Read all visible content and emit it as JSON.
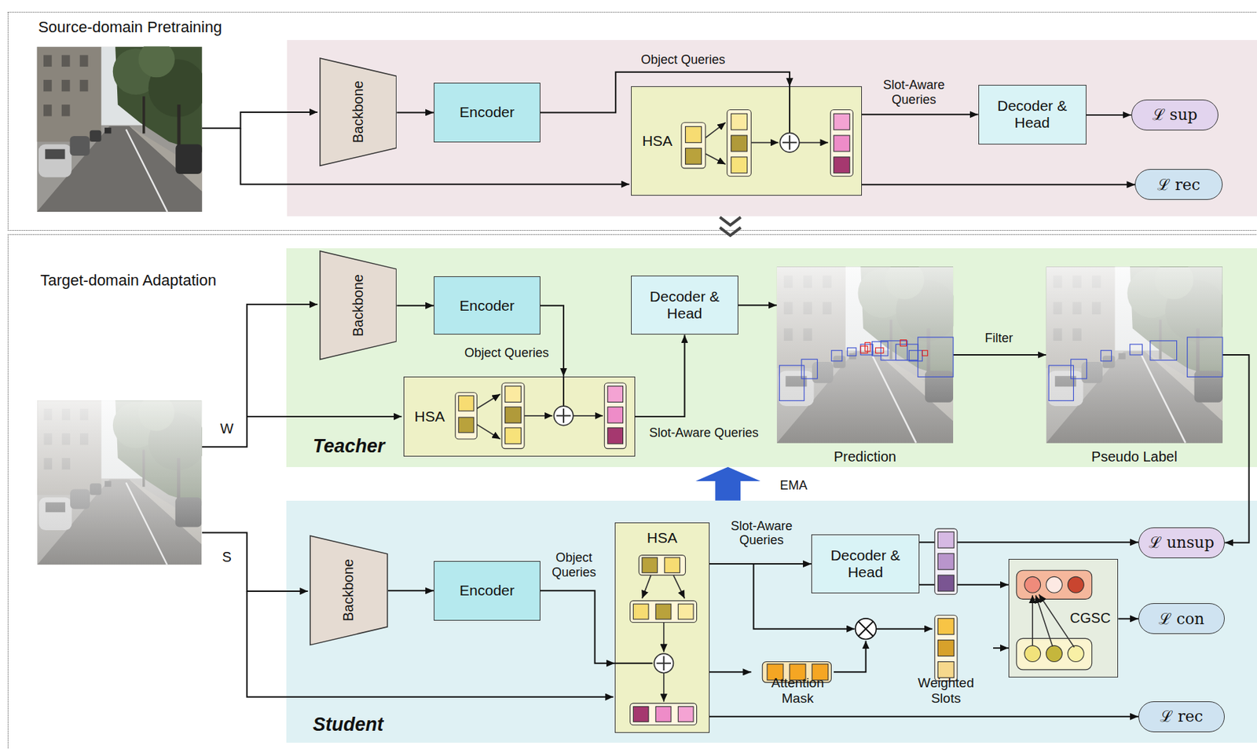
{
  "diagram": {
    "nodes": [
      {
        "text": [
          "Source-domain Pretraining"
        ]
      },
      {
        "text": [
          "Backbone"
        ],
        "in": 0
      },
      {
        "text": [
          "Encoder"
        ],
        "in": 0
      },
      {
        "text": [
          "HSA"
        ],
        "in": 0
      },
      {
        "text": [
          "Decoder & Head"
        ],
        "in": 0
      },
      {
        "text": [
          "ℒ sup"
        ],
        "in": 0
      },
      {
        "text": [
          "ℒ rec"
        ],
        "in": 0
      },
      {
        "text": [
          "Target-domain Adaptation"
        ]
      },
      {
        "text": [
          "Teacher"
        ],
        "in": 7
      },
      {
        "text": [
          "Backbone"
        ],
        "in": 8
      },
      {
        "text": [
          "Encoder"
        ],
        "in": 8
      },
      {
        "text": [
          "HSA"
        ],
        "in": 8
      },
      {
        "text": [
          "Decoder & Head"
        ],
        "in": 8
      },
      {
        "text": [
          "Prediction"
        ],
        "in": 8
      },
      {
        "text": [
          "Pseudo Label"
        ],
        "in": 8
      },
      {
        "text": [
          "Student"
        ],
        "in": 7
      },
      {
        "text": [
          "Backbone"
        ],
        "in": 15
      },
      {
        "text": [
          "Encoder"
        ],
        "in": 15
      },
      {
        "text": [
          "HSA"
        ],
        "in": 15
      },
      {
        "text": [
          "Decoder & Head"
        ],
        "in": 15
      },
      {
        "text": [
          "Attention Mask"
        ],
        "in": 15
      },
      {
        "text": [
          "Weighted Slots"
        ],
        "in": 15
      },
      {
        "text": [
          "CGSC"
        ],
        "in": 15
      },
      {
        "text": [
          "ℒ unsup"
        ],
        "in": 15
      },
      {
        "text": [
          "ℒ con"
        ],
        "in": 15
      },
      {
        "text": [
          "ℒ rec"
        ],
        "in": 15
      }
    ],
    "edges": [
      {
        "from": 1,
        "to": 2,
        "arrow": "to"
      },
      {
        "from": 2,
        "to": 3,
        "label": "Object Queries",
        "arrow": "to"
      },
      {
        "from": 3,
        "to": 4,
        "label": "Slot-Aware Queries",
        "arrow": "to"
      },
      {
        "from": 4,
        "to": 5,
        "arrow": "to"
      },
      {
        "from": 3,
        "to": 6,
        "arrow": "to"
      },
      {
        "from": 9,
        "to": 10,
        "arrow": "to"
      },
      {
        "from": 10,
        "to": 11,
        "label": "Object Queries",
        "arrow": "to"
      },
      {
        "from": 11,
        "to": 12,
        "label": "Slot-Aware Queries",
        "arrow": "to"
      },
      {
        "from": 12,
        "to": 13,
        "arrow": "to"
      },
      {
        "from": 13,
        "to": 14,
        "label": "Filter",
        "arrow": "to"
      },
      {
        "from": 14,
        "to": 23,
        "arrow": "to"
      },
      {
        "from": 15,
        "to": 8,
        "label": "EMA",
        "arrow": "to"
      },
      {
        "from": 16,
        "to": 17,
        "arrow": "to"
      },
      {
        "from": 17,
        "to": 18,
        "label": "Object Queries",
        "arrow": "to"
      },
      {
        "from": 18,
        "to": 19,
        "label": "Slot-Aware Queries",
        "arrow": "to"
      },
      {
        "from": 18,
        "to": 20,
        "arrow": "to"
      },
      {
        "from": 19,
        "to": 23,
        "arrow": "to"
      },
      {
        "from": 19,
        "to": 22,
        "arrow": "to"
      },
      {
        "from": 21,
        "to": 22,
        "arrow": "to"
      },
      {
        "from": 22,
        "to": 24,
        "arrow": "to"
      },
      {
        "from": 18,
        "to": 25,
        "arrow": "to"
      }
    ],
    "labels": [
      "W",
      "S"
    ]
  }
}
